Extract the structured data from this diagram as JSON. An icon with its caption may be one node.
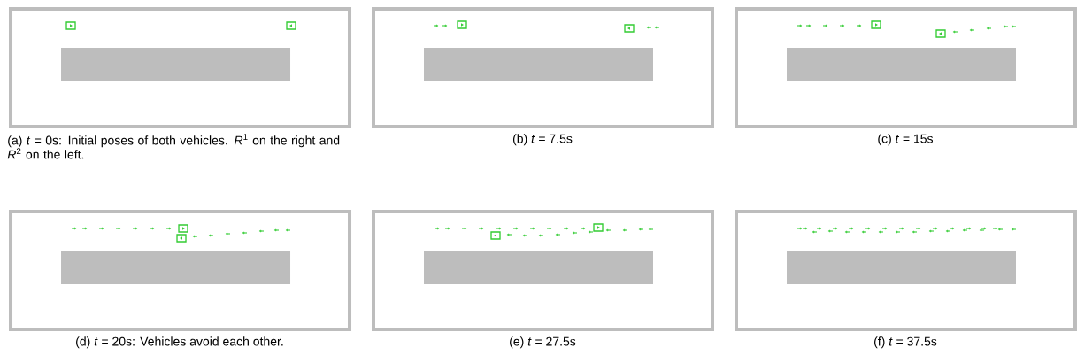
{
  "diagram": {
    "labels": [
      "(a) *t* = 0s: Initial poses of both vehicles. *R*$^{1}$ on the right and *R*$^{2}$ on the left.",
      "(b) *t* = 7.5s",
      "(c) *t* = 15s",
      "(d) *t* = 20s: Vehicles avoid each other.",
      "(e) *t* = 27.5s",
      "(f) *t* = 37.5s"
    ]
  }
}
